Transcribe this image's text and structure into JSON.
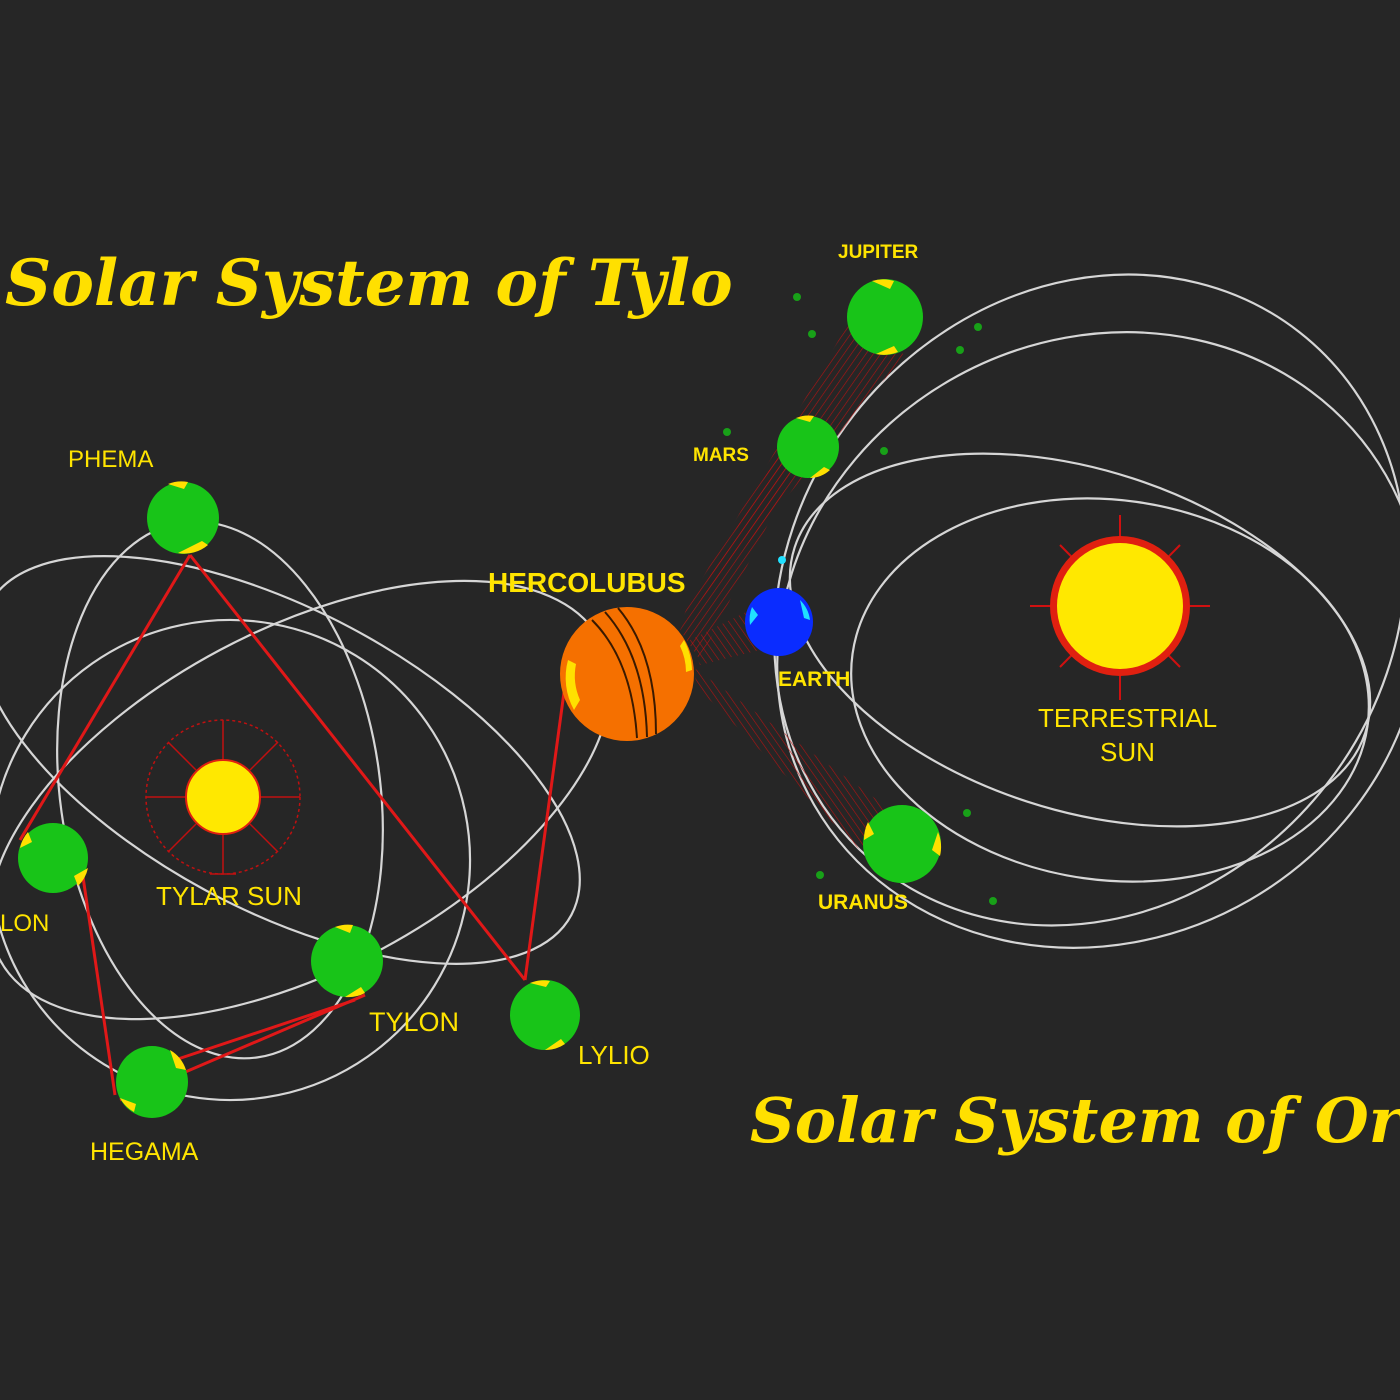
{
  "titles": {
    "tylo": "Solar System of Tylo",
    "ors": "Solar System of Ors"
  },
  "labels": {
    "phema": "PHEMA",
    "lon": "LON",
    "tylar_sun": "TYLAR SUN",
    "tylon": "TYLON",
    "lylio": "LYLIO",
    "hegama": "HEGAMA",
    "hercolubus": "HERCOLUBUS",
    "jupiter": "JUPITER",
    "mars": "MARS",
    "earth": "EARTH",
    "uranus": "URANUS",
    "terrestrial_sun_line1": "TERRESTRIAL",
    "terrestrial_sun_line2": "SUN"
  },
  "colors": {
    "background": "#262626",
    "title": "#ffe000",
    "label": "#ffe400",
    "orbit": "#d6d6d6",
    "link": "#e01818",
    "planet": "#18c418",
    "hercolubus": "#f57000",
    "earth": "#0a2cff",
    "sun": "#ffe800"
  }
}
